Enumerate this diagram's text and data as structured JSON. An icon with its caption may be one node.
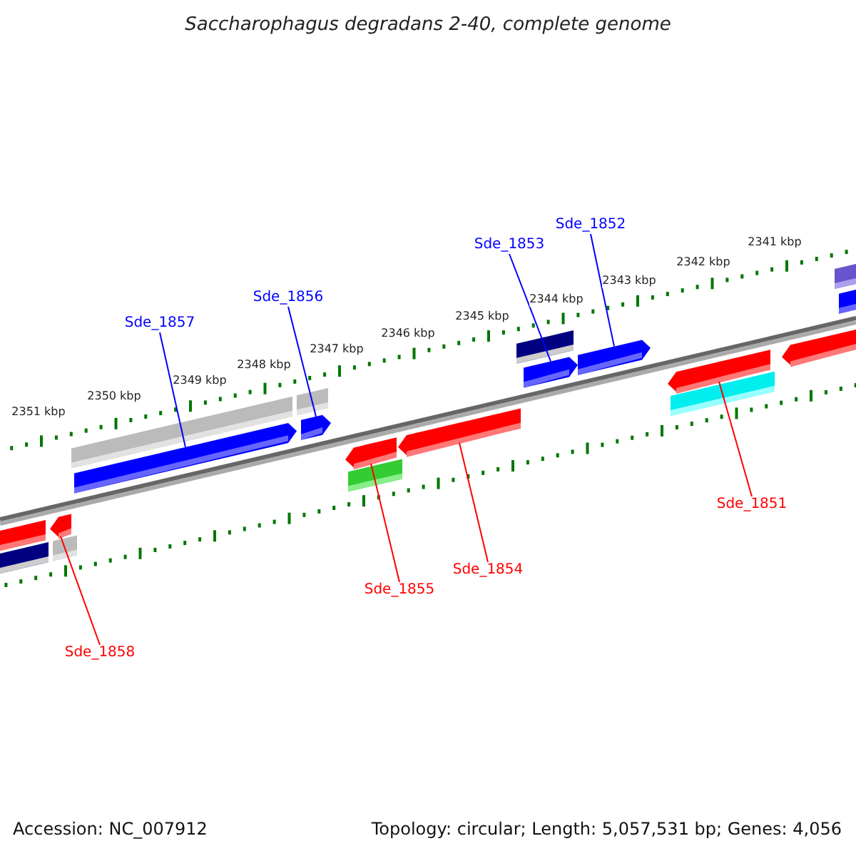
{
  "diagram": {
    "title": "Saccharophagus degradans 2-40, complete genome",
    "nodes": [
      {
        "text": [
          "Sde_1852"
        ]
      },
      {
        "text": [
          "Sde_1853"
        ]
      },
      {
        "text": [
          "Sde_1856"
        ]
      },
      {
        "text": [
          "Sde_1857"
        ]
      },
      {
        "text": [
          "Sde_1851"
        ]
      },
      {
        "text": [
          "Sde_1854"
        ]
      },
      {
        "text": [
          "Sde_1855"
        ]
      },
      {
        "text": [
          "Sde_1858"
        ]
      },
      {
        "text": [],
        "shape": "bar"
      },
      {
        "text": [],
        "shape": "bar"
      },
      {
        "text": [],
        "shape": "bar"
      },
      {
        "text": [],
        "shape": "bar"
      },
      {
        "text": [],
        "shape": "bar"
      },
      {
        "text": [],
        "shape": "bar"
      },
      {
        "text": [],
        "shape": "bar"
      },
      {
        "text": [],
        "shape": "bar"
      }
    ],
    "edges": [
      {
        "from": 0,
        "to": 14,
        "arrow": "none"
      },
      {
        "from": 1,
        "to": 13,
        "arrow": "none"
      },
      {
        "from": 2,
        "to": 10,
        "arrow": "none"
      },
      {
        "from": 3,
        "to": 9,
        "arrow": "none"
      },
      {
        "from": 4,
        "to": 15,
        "arrow": "none",
        "color": "#ff0000"
      },
      {
        "from": 5,
        "to": 12,
        "arrow": "none",
        "color": "#ff0000"
      },
      {
        "from": 6,
        "to": 11,
        "arrow": "none",
        "color": "#ff0000"
      },
      {
        "from": 7,
        "to": 8,
        "arrow": "none",
        "color": "#ff0000"
      }
    ],
    "labels": [
      "2351 kbp",
      "2350 kbp",
      "2349 kbp",
      "2348 kbp",
      "2347 kbp",
      "2346 kbp",
      "2345 kbp",
      "2344 kbp",
      "2343 kbp",
      "2342 kbp",
      "2341 kbp",
      "Accession: NC_007912",
      "Topology: circular; Length: 5,057,531 bp; Genes: 4,056"
    ]
  }
}
